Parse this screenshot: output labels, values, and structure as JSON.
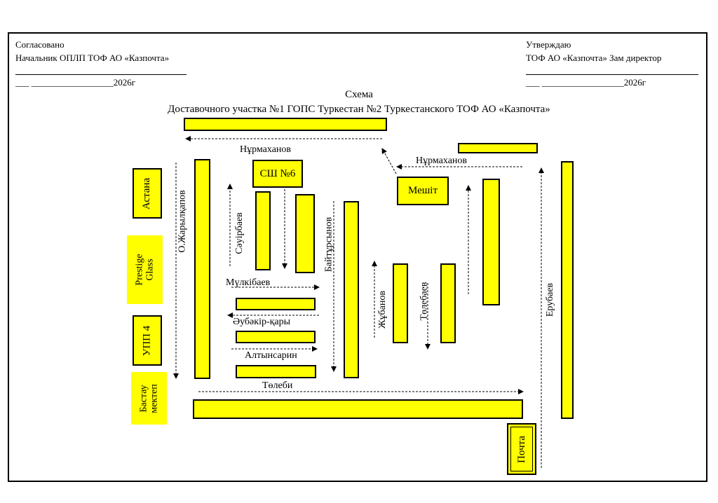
{
  "header": {
    "left": {
      "approved": "Согласовано",
      "position": "Начальник ОПЛП ТОФ АО «Казпочта»",
      "date_line": "___ __________________2026г"
    },
    "right": {
      "approved": "Утверждаю",
      "position": "ТОФ АО «Казпочта» Зам директор",
      "date_line": "___ __________________2026г"
    },
    "title": "Схема",
    "subtitle": "Доставочного участка №1 ГОПС Туркестан №2 Туркестанского ТОФ АО «Казпочта»"
  },
  "labels": {
    "astana": "Астана",
    "prestige": "Prestige Glass",
    "upp4": "УПП 4",
    "bastau": "Бастау мектеп",
    "sh6": "СШ №6",
    "meshit": "Мешіт",
    "pochta": "Почта"
  },
  "streets": {
    "nurmakhanov_1": "Нұрмаханов",
    "nurmakhanov_2": "Нұрмаханов",
    "zharylkapov": "О.Жарылқапов",
    "sauirbaev": "Сәуірбаев",
    "baitursynov": "Байтұрсынов",
    "mulkibaev": "Мүлкібаев",
    "abubakir": "Әубәкір-қары",
    "altynsarin": "Алтынсарин",
    "tolebi_h": "Төлеби",
    "zhubanov": "Жұбанов",
    "tolebaev": "Төлебаев",
    "erubaev": "Ерубаев"
  },
  "colors": {
    "block_fill": "#ffff00",
    "border": "#000000"
  }
}
